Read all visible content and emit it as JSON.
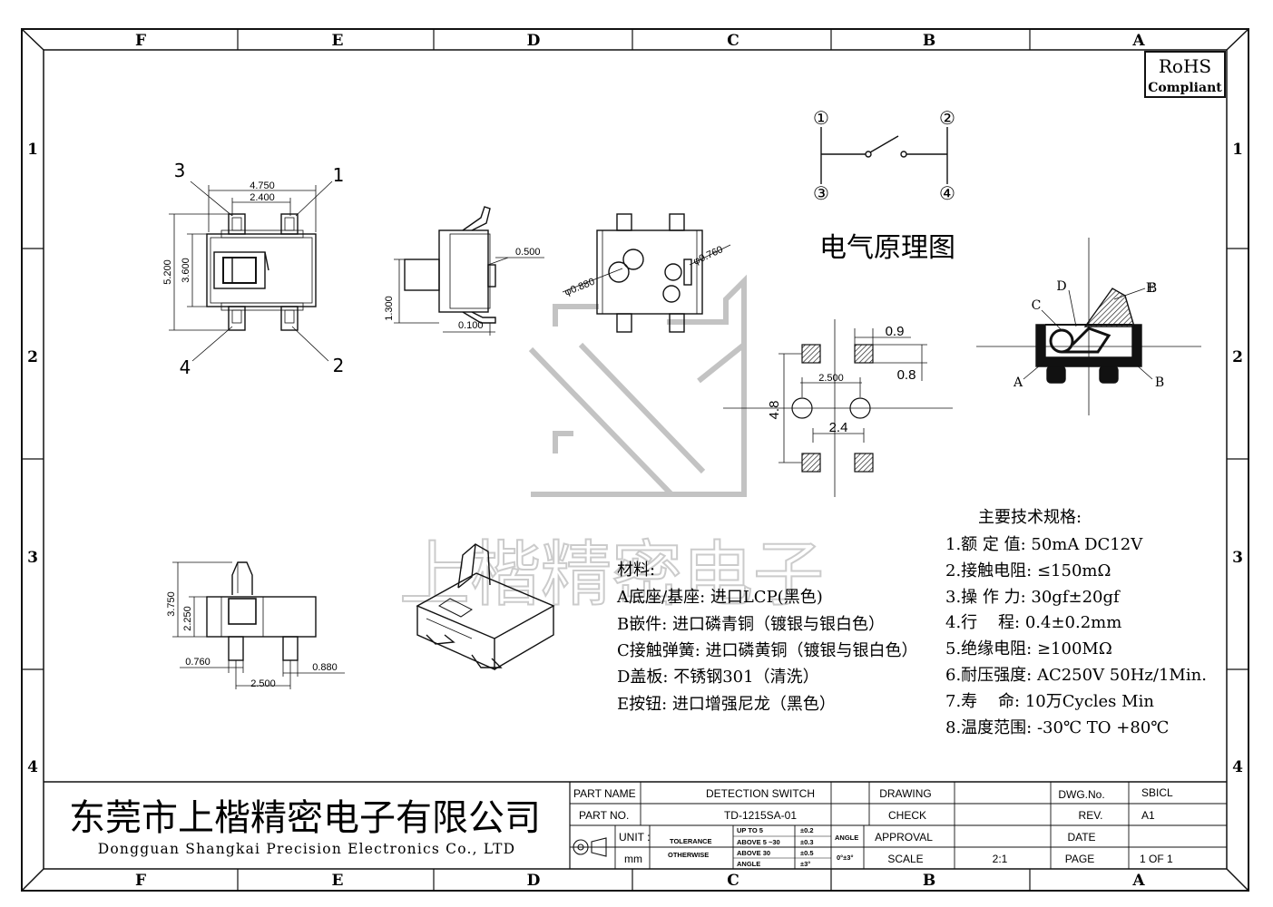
{
  "border": {
    "columns": [
      "F",
      "E",
      "D",
      "C",
      "B",
      "A"
    ],
    "rows": [
      "1",
      "2",
      "3",
      "4"
    ]
  },
  "rohs": {
    "line1": "RoHS",
    "line2": "Compliant"
  },
  "top_view": {
    "dims": [
      "4.750",
      "2.400",
      "5.200",
      "3.600"
    ],
    "pins": [
      "3",
      "1",
      "4",
      "2"
    ]
  },
  "side_view": {
    "dims": [
      "0.500",
      "1.300",
      "0.100"
    ]
  },
  "bottom_view": {
    "dims": [
      "φ0.880",
      "φ0.760"
    ]
  },
  "schematic": {
    "pins": [
      "①",
      "②",
      "③",
      "④"
    ],
    "title": "电气原理图"
  },
  "footprint": {
    "dims": [
      "0.9",
      "0.8",
      "2.500",
      "4.8",
      "2.4"
    ]
  },
  "section": {
    "labels": [
      "D",
      "C",
      "E",
      "B",
      "A",
      "B"
    ]
  },
  "front_view": {
    "dims": [
      "3.750",
      "2.250",
      "0.760",
      "0.880",
      "2.500"
    ]
  },
  "materials": {
    "title": "材料:",
    "items": [
      "A底座/基座: 进口LCP(黑色)",
      "B嵌件: 进口磷青铜（镀银与银白色）",
      "C接触弹簧: 进口磷黄铜（镀银与银白色）",
      "D盖板: 不锈钢301（清洗）",
      "E按钮: 进口增强尼龙（黑色）"
    ]
  },
  "specs": {
    "title": "主要技术规格:",
    "items": [
      "1.额 定 值: 50mA DC12V",
      "2.接触电阻: ≤150mΩ",
      "3.操 作 力: 30gf±20gf",
      "4.行    程: 0.4±0.2mm",
      "5.绝缘电阻: ≥100MΩ",
      "6.耐压强度: AC250V 50Hz/1Min.",
      "7.寿    命: 10万Cycles Min",
      "8.温度范围: -30℃ TO +80℃"
    ]
  },
  "watermark": {
    "text": "上楷精密电子"
  },
  "title_block": {
    "company_cn": "东莞市上楷精密电子有限公司",
    "company_en": "Dongguan Shangkai Precision Electronics Co., LTD",
    "part_name_label": "PART NAME",
    "part_name": "DETECTION SWITCH",
    "part_no_label": "PART NO.",
    "part_no": "TD-1215SA-01",
    "unit_label": "UNIT :",
    "unit": "mm",
    "tolerance_l1": "TOLERANCE",
    "tolerance_l2": "OTHERWISE",
    "tol_rows": [
      "UP TO 5",
      "ABOVE 5 ~30",
      "ABOVE 30",
      "ANGLE"
    ],
    "tol_vals": [
      "±0.2",
      "±0.3",
      "±0.5",
      "±3°"
    ],
    "angle_label": "ANGLE",
    "angle_val": "0°±3°",
    "drawing_label": "DRAWING",
    "check_label": "CHECK",
    "approval_label": "APPROVAL",
    "scale_label": "SCALE",
    "scale": "2:1",
    "dwg_no_label": "DWG.No.",
    "dwg_no": "SBICL",
    "rev_label": "REV.",
    "rev": "A1",
    "date_label": "DATE",
    "page_label": "PAGE",
    "page": "1 OF 1"
  }
}
